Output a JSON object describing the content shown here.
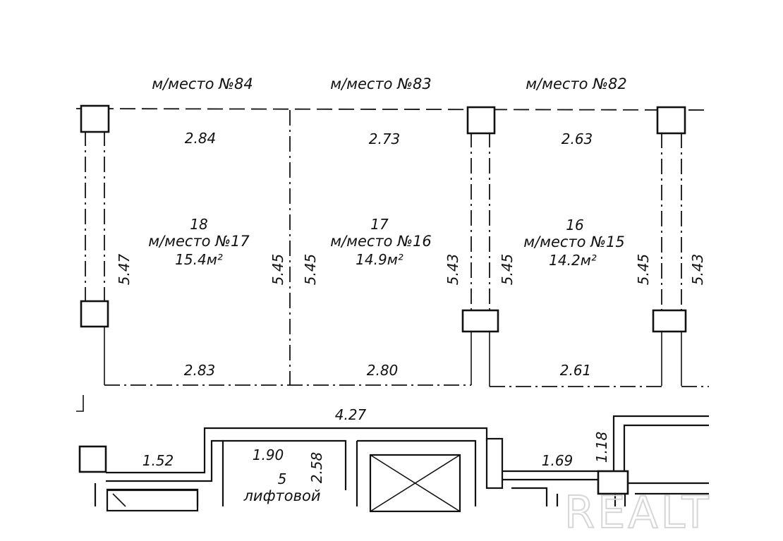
{
  "top_labels": {
    "space_84": "м/место №84",
    "space_83": "м/место №83",
    "space_82": "м/место №82"
  },
  "spaces": [
    {
      "room_number": "18",
      "name": "м/место №17",
      "area": "15.4м²",
      "top_width": "2.84",
      "bottom_width": "2.83",
      "left_depth": "5.47",
      "right_depth": "5.45"
    },
    {
      "room_number": "17",
      "name": "м/место №16",
      "area": "14.9м²",
      "top_width": "2.73",
      "bottom_width": "2.80",
      "left_depth": "5.45",
      "right_depth": "5.43"
    },
    {
      "room_number": "16",
      "name": "м/место №15",
      "area": "14.2м²",
      "top_width": "2.63",
      "bottom_width": "2.61",
      "left_depth": "5.45",
      "right_depth": "5.45",
      "outer_depth": "5.43"
    }
  ],
  "lower_block": {
    "corridor_width": "4.27",
    "dim_left": "1.52",
    "room_width": "1.90",
    "room_depth": "2.58",
    "room_number": "5",
    "room_name": "лифтовой",
    "dim_right": "1.69",
    "dim_vertical_right": "1.18"
  },
  "watermark": "REALT"
}
